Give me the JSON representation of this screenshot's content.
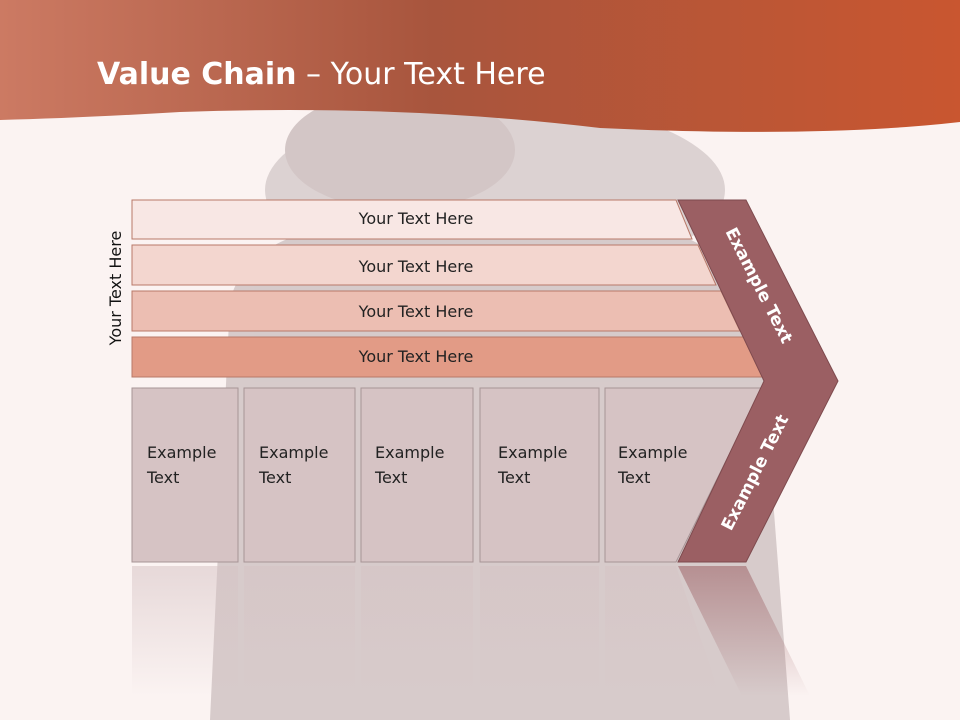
{
  "title": {
    "bold": "Value Chain",
    "rest": " – Your Text Here"
  },
  "side_label": "Your Text Here",
  "bars": [
    {
      "label": "Your Text Here"
    },
    {
      "label": "Your Text Here"
    },
    {
      "label": "Your Text Here"
    },
    {
      "label": "Your Text Here"
    }
  ],
  "columns": [
    {
      "line1": "Example",
      "line2": "Text"
    },
    {
      "line1": "Example",
      "line2": "Text"
    },
    {
      "line1": "Example",
      "line2": "Text"
    },
    {
      "line1": "Example",
      "line2": "Text"
    },
    {
      "line1": "Example",
      "line2": "Text"
    }
  ],
  "chevron": {
    "upper": "Example Text",
    "lower": "Example Text"
  },
  "colors": {
    "header": "#c25a3a",
    "bar1": "#f8e7e4",
    "bar2": "#f3d6cf",
    "bar3": "#ecbeb2",
    "bar4": "#e29b86",
    "column": "#d6c3c4",
    "chevron": "#9b5f63"
  }
}
